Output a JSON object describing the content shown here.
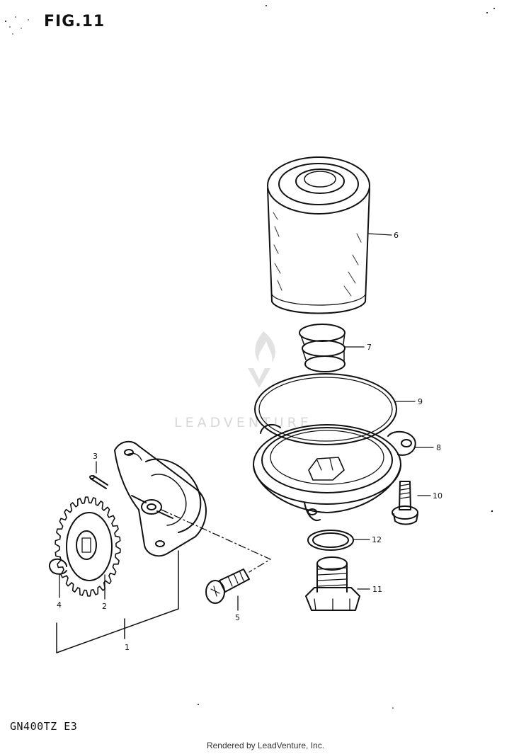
{
  "figure": {
    "title": "FIG.11",
    "model_code": "GN400TZ  E3",
    "credit": "Rendered by LeadVenture, Inc.",
    "watermark": "LEADVENTURE"
  },
  "callouts": [
    {
      "id": "1",
      "label": "1"
    },
    {
      "id": "2",
      "label": "2"
    },
    {
      "id": "3",
      "label": "3"
    },
    {
      "id": "4",
      "label": "4"
    },
    {
      "id": "5",
      "label": "5"
    },
    {
      "id": "6",
      "label": "6"
    },
    {
      "id": "7",
      "label": "7"
    },
    {
      "id": "8",
      "label": "8"
    },
    {
      "id": "9",
      "label": "9"
    },
    {
      "id": "10",
      "label": "10"
    },
    {
      "id": "11",
      "label": "11"
    },
    {
      "id": "12",
      "label": "12"
    }
  ],
  "colors": {
    "line": "#111111",
    "watermark": "#d8d8d8",
    "background": "#ffffff"
  }
}
